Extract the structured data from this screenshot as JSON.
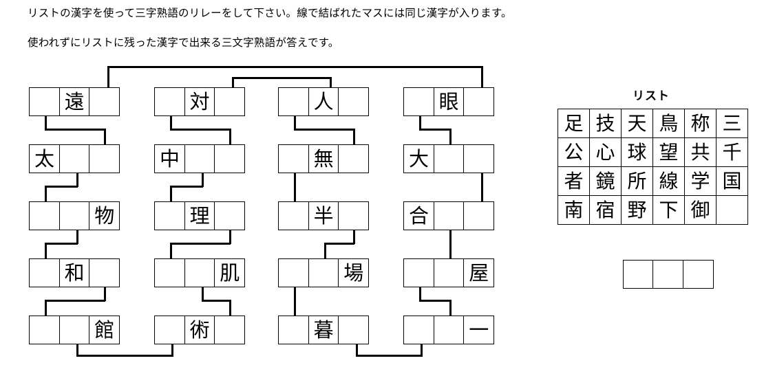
{
  "instructions": {
    "line1": "リストの漢字を使って三字熟語のリレーをして下さい。線で結ばれたマスには同じ漢字が入ります。",
    "line2": "使われずにリストに残った漢字で出来る三文字熟語が答えです。"
  },
  "puzzle": {
    "columns": [
      {
        "name": "column-1",
        "rows": [
          {
            "cells": [
              "",
              "遠",
              ""
            ]
          },
          {
            "cells": [
              "太",
              "",
              ""
            ]
          },
          {
            "cells": [
              "",
              "",
              "物"
            ]
          },
          {
            "cells": [
              "",
              "和",
              ""
            ]
          },
          {
            "cells": [
              "",
              "",
              "館"
            ]
          }
        ]
      },
      {
        "name": "column-2",
        "rows": [
          {
            "cells": [
              "",
              "対",
              ""
            ]
          },
          {
            "cells": [
              "中",
              "",
              ""
            ]
          },
          {
            "cells": [
              "",
              "理",
              ""
            ]
          },
          {
            "cells": [
              "",
              "",
              "肌"
            ]
          },
          {
            "cells": [
              "",
              "術",
              ""
            ]
          }
        ]
      },
      {
        "name": "column-3",
        "rows": [
          {
            "cells": [
              "",
              "人",
              ""
            ]
          },
          {
            "cells": [
              "",
              "無",
              ""
            ]
          },
          {
            "cells": [
              "",
              "半",
              ""
            ]
          },
          {
            "cells": [
              "",
              "",
              "場"
            ]
          },
          {
            "cells": [
              "",
              "暮",
              ""
            ]
          }
        ]
      },
      {
        "name": "column-4",
        "rows": [
          {
            "cells": [
              "",
              "眼",
              ""
            ]
          },
          {
            "cells": [
              "大",
              "",
              ""
            ]
          },
          {
            "cells": [
              "合",
              "",
              ""
            ]
          },
          {
            "cells": [
              "",
              "",
              "屋"
            ]
          },
          {
            "cells": [
              "",
              "",
              "一"
            ]
          }
        ]
      }
    ]
  },
  "list": {
    "title": "リスト",
    "rows": [
      [
        "足",
        "技",
        "天",
        "鳥",
        "称",
        "三"
      ],
      [
        "公",
        "心",
        "球",
        "望",
        "共",
        "千"
      ],
      [
        "者",
        "鏡",
        "所",
        "線",
        "学",
        "国"
      ],
      [
        "南",
        "宿",
        "野",
        "下",
        "御",
        ""
      ]
    ]
  },
  "answer": {
    "cells": [
      "",
      "",
      ""
    ]
  },
  "colors": {
    "ink": "#000000",
    "paper": "#ffffff"
  }
}
